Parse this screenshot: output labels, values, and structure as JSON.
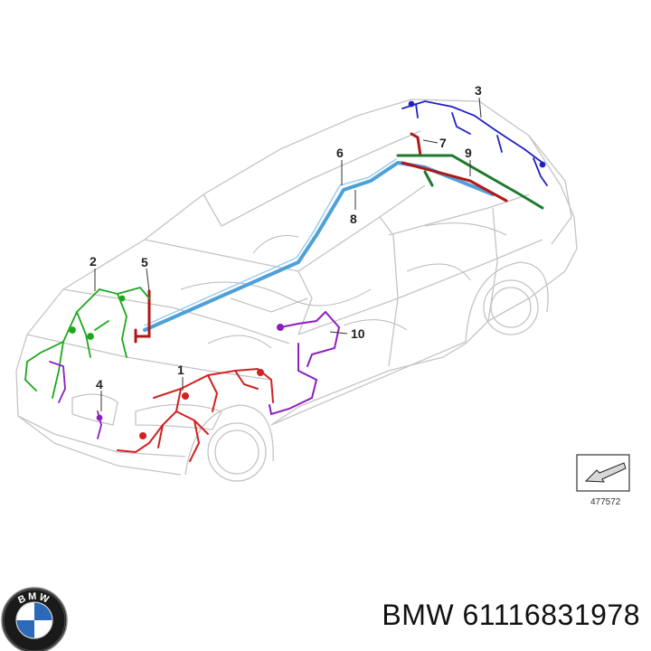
{
  "diagram": {
    "callouts": [
      "1",
      "2",
      "3",
      "4",
      "5",
      "6",
      "7",
      "8",
      "9",
      "10"
    ],
    "reference_code": "477572"
  },
  "brand": {
    "logo_text": "BMW",
    "part_number_text": "BMW 61116831978"
  },
  "colors": {
    "harness_1": "#d42020",
    "harness_2": "#1ca81c",
    "harness_3": "#2020c8",
    "harness_4": "#8a20c0",
    "harness_5": "#b01818",
    "harness_6": "#4ea0d8",
    "harness_7": "#b01818",
    "harness_9": "#1c7a2c",
    "harness_10": "#8a20c0",
    "car_outline": "#c8c8c8",
    "logo_blue": "#2a6ab8"
  }
}
